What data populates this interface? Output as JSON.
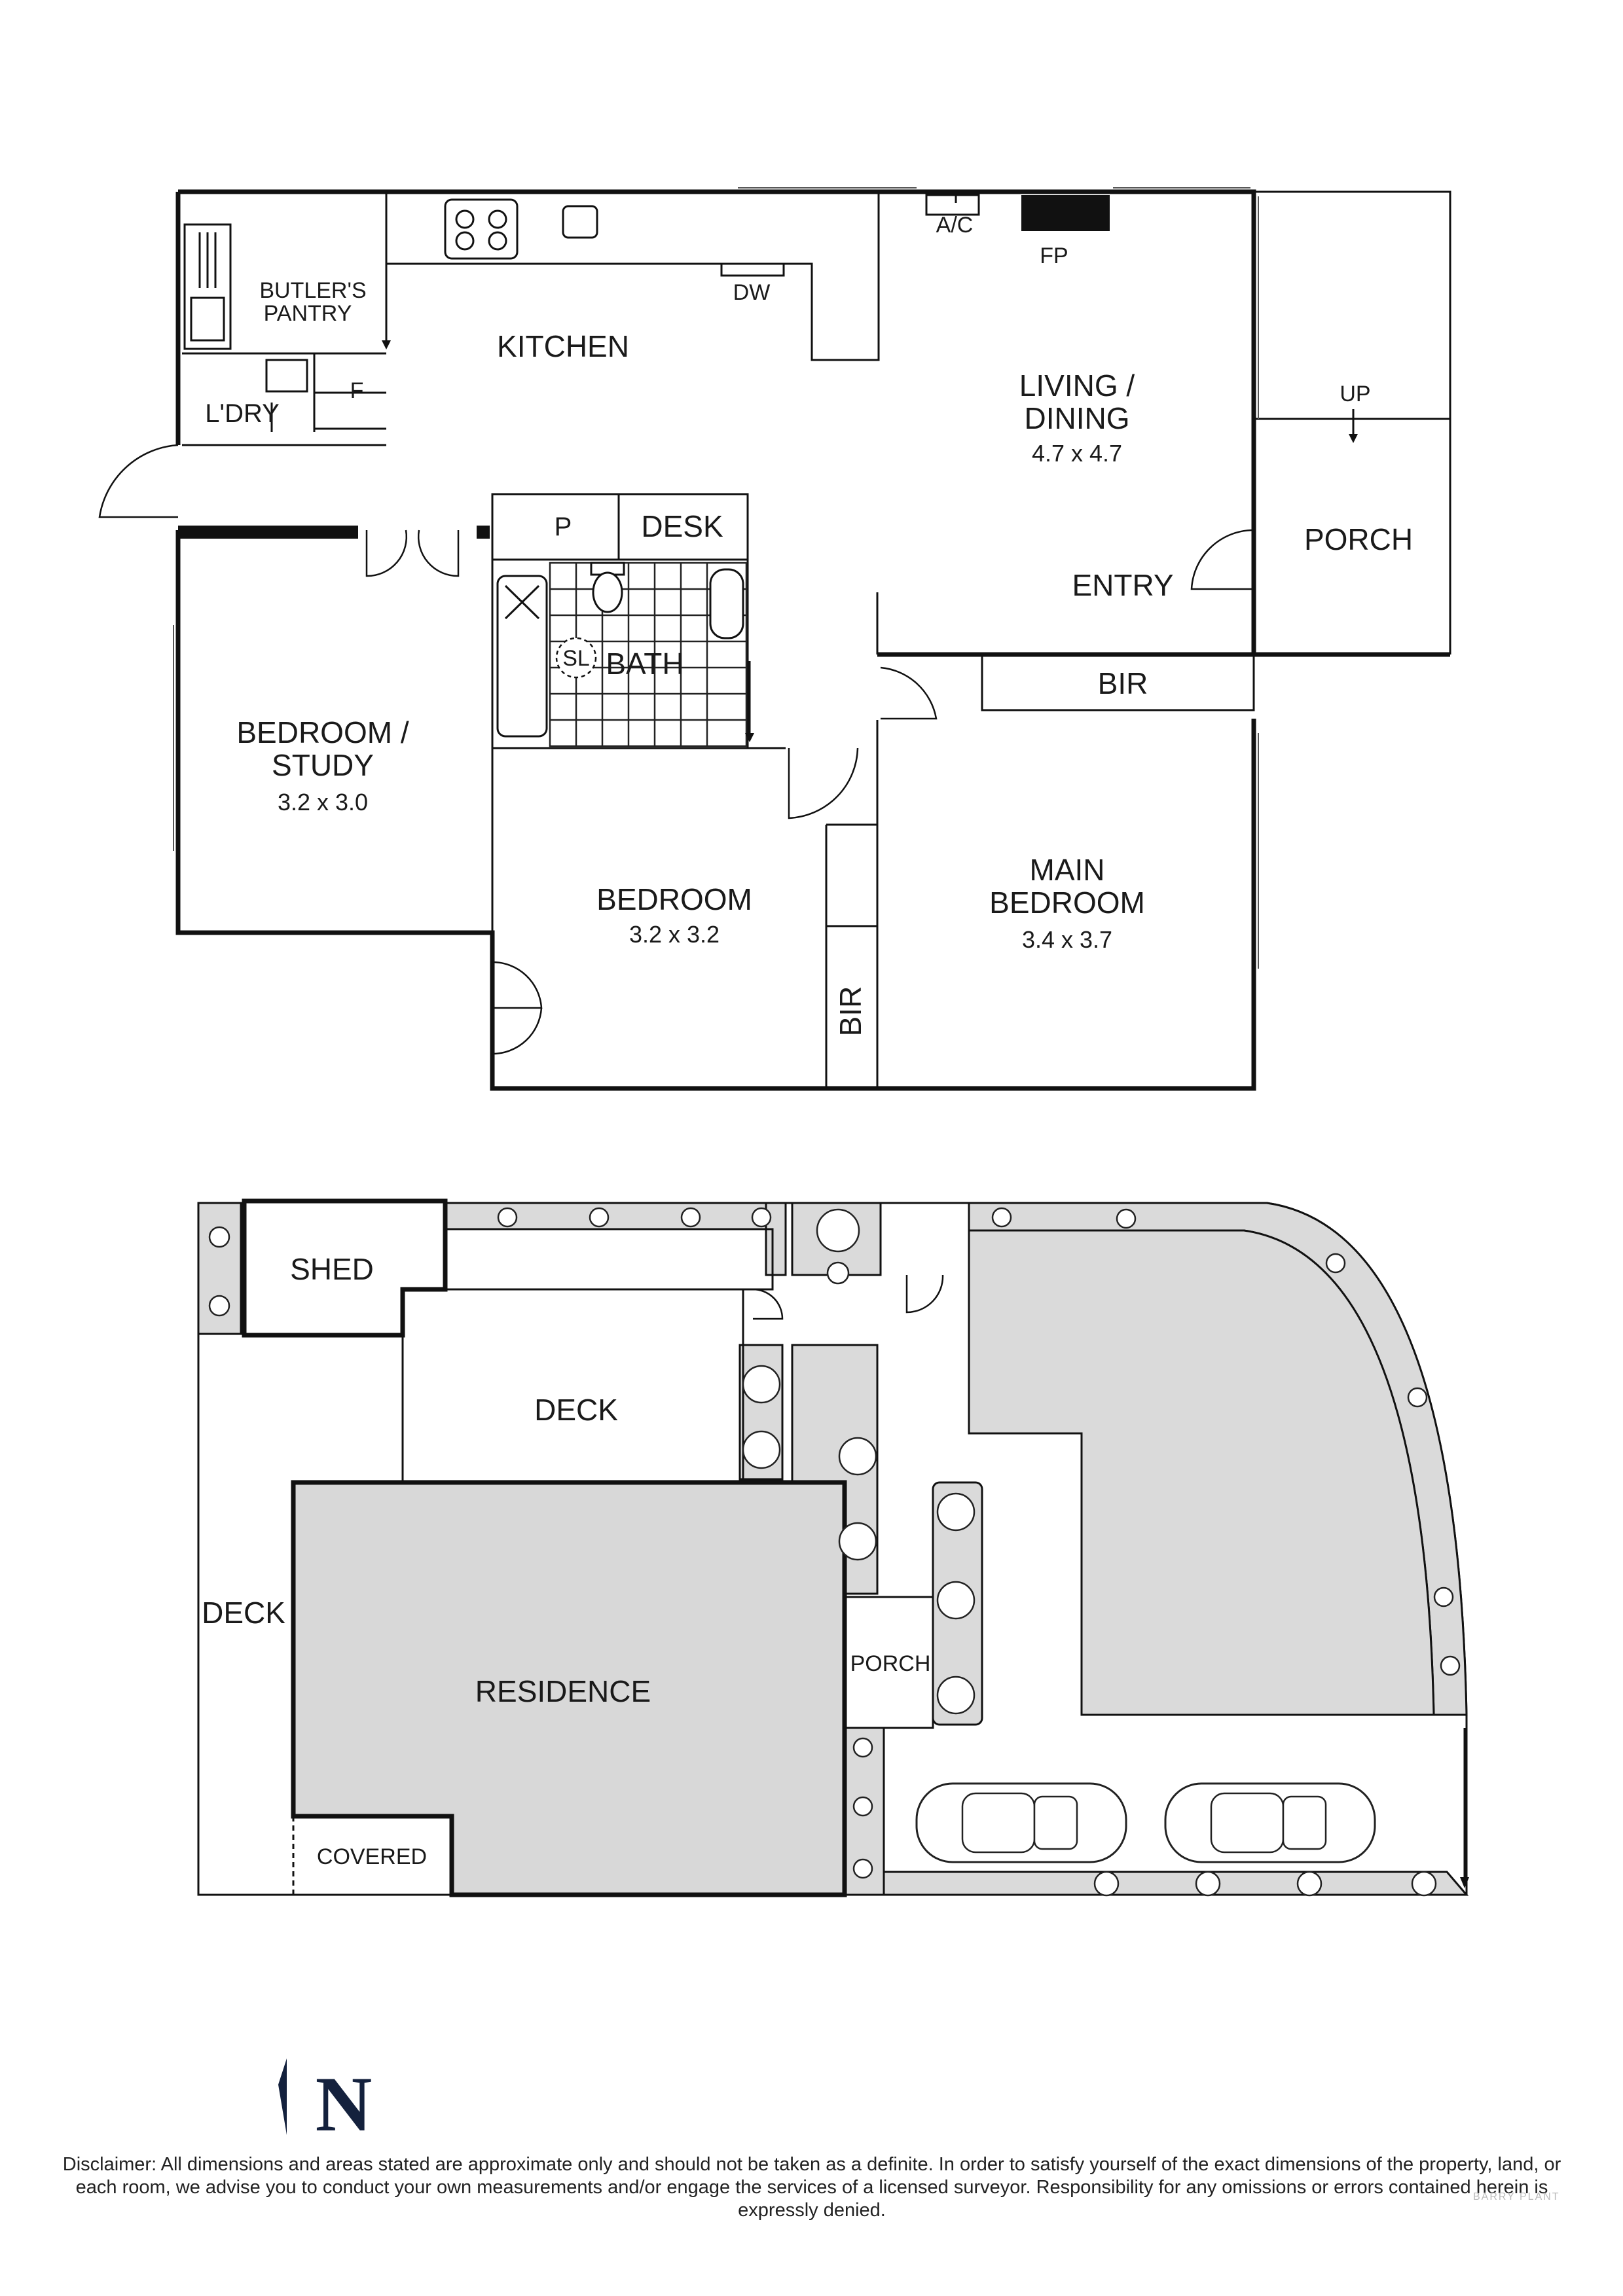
{
  "floor_plan": {
    "rooms": {
      "butlers_pantry": "BUTLER'S\nPANTRY",
      "kitchen": "KITCHEN",
      "dw": "DW",
      "ac": "A/C",
      "fp": "FP",
      "laundry": "L'DRY",
      "fridge": "F",
      "living_dining": "LIVING /\nDINING",
      "living_dining_size": "4.7 x 4.7",
      "up": "UP",
      "porch": "PORCH",
      "entry": "ENTRY",
      "pantry": "P",
      "desk": "DESK",
      "bath": "BATH",
      "sl": "SL",
      "bir_main": "BIR",
      "bedroom_study": "BEDROOM /\nSTUDY",
      "bedroom_study_size": "3.2 x 3.0",
      "bedroom": "BEDROOM",
      "bedroom_size": "3.2 x 3.2",
      "bir_bedroom": "BIR",
      "main_bedroom": "MAIN\nBEDROOM",
      "main_bedroom_size": "3.4 x 3.7"
    }
  },
  "site_plan": {
    "labels": {
      "shed": "SHED",
      "deck_top": "DECK",
      "deck_left": "DECK",
      "residence": "RESIDENCE",
      "porch": "PORCH",
      "covered": "COVERED"
    }
  },
  "compass": {
    "label": "N"
  },
  "disclaimer": "Disclaimer: All dimensions and areas stated are approximate only and should not be taken as a definite. In order to satisfy yourself of the exact dimensions of the property, land, or each room, we advise you to conduct your own measurements and/or engage the services of a licensed surveyor. Responsibility for any omissions or errors contained herein is expressly denied.",
  "watermark": "BARRY PLANT"
}
